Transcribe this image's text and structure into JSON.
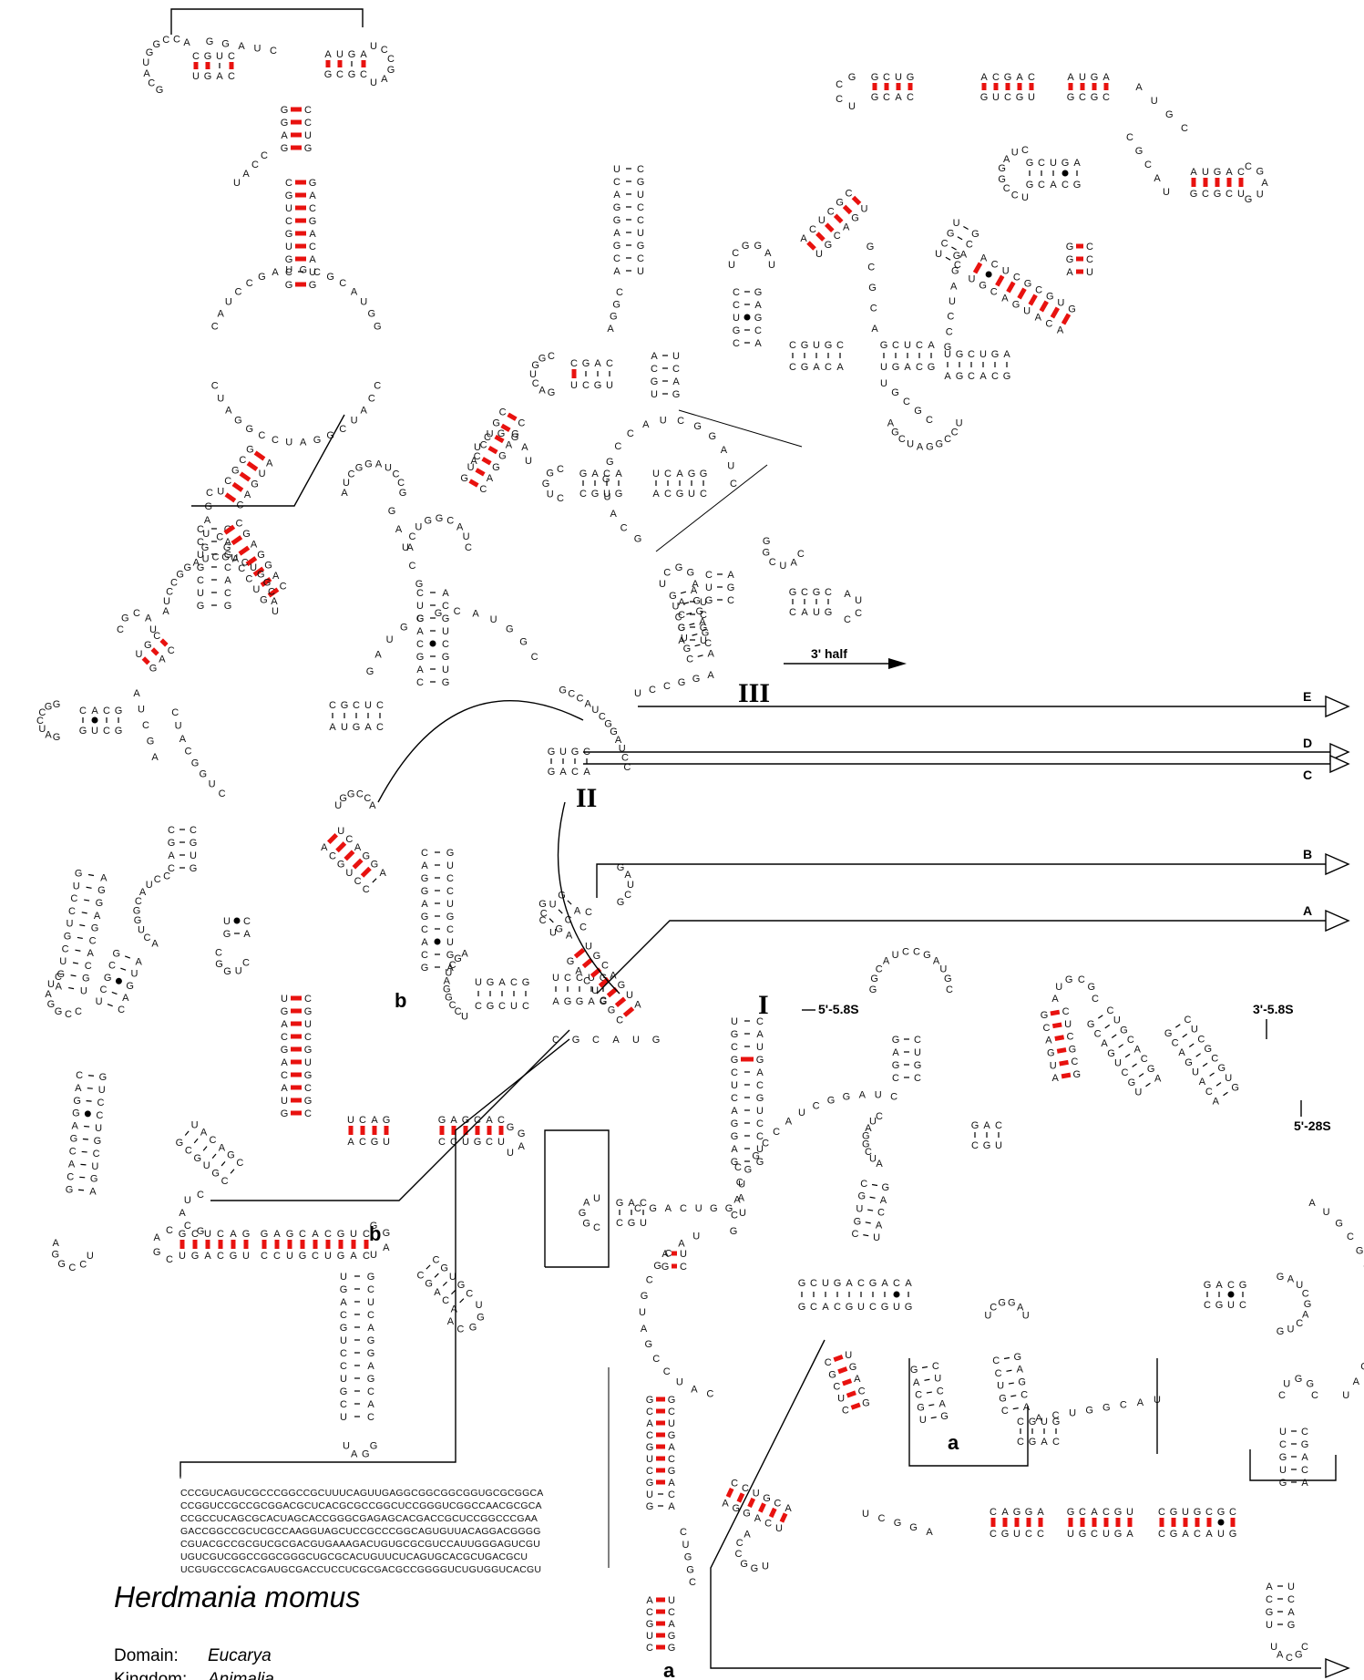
{
  "diagram": {
    "labels": {
      "five_58s": "5'-5.8S",
      "three_58s": "3'-5.8S",
      "five_28s": "5'-28S",
      "three_half": "3' half",
      "domain_I": "I",
      "domain_II": "II",
      "domain_III": "III",
      "helix_a_1": "a",
      "helix_a_2": "a",
      "helix_b_1": "b",
      "helix_b_2": "b"
    },
    "arrows": [
      "E",
      "D",
      "C",
      "B",
      "A"
    ],
    "insert_sequence": [
      "CCCGUCAGUCGCCCGGCCGCUUUCAGUUGAGGCGGCGGCGGUGCGCGGCA",
      "CCGGUCCGCCGCGGACGCUCACGCGCCGGCUCCGGGUCGGCCAACGCGCA",
      "CCGCCUCAGCGCACUAGCACCGGGCGAGAGCACGACCGCUCCGGCCCGAA",
      "GACCGGCCGCUCGCCAAGGUAGCUCCGCCCGGCAGUGUUACAGGACGGGG",
      "CGUACGCCGCGUCGCGACGUGAAAGACUGUGCGCGUCCAUUGGGAGUCGU",
      "UGUCGUCGGCCGGCGGGCUGCGCACUGUUCUCAGUGCACGCUGACGCU",
      "UCGUGCCGCACGAUGCGACCUCCUCGCGACGCCGGGGUCUGUGGUCACGU"
    ]
  },
  "species": {
    "name": "Herdmania momus",
    "domain_label": "Domain:",
    "domain_value": "Eucarya",
    "kingdom_label": "Kingdom:",
    "kingdom_value": "Animalia"
  },
  "colors": {
    "pair_red": "#e8120f",
    "ink": "#000000"
  }
}
